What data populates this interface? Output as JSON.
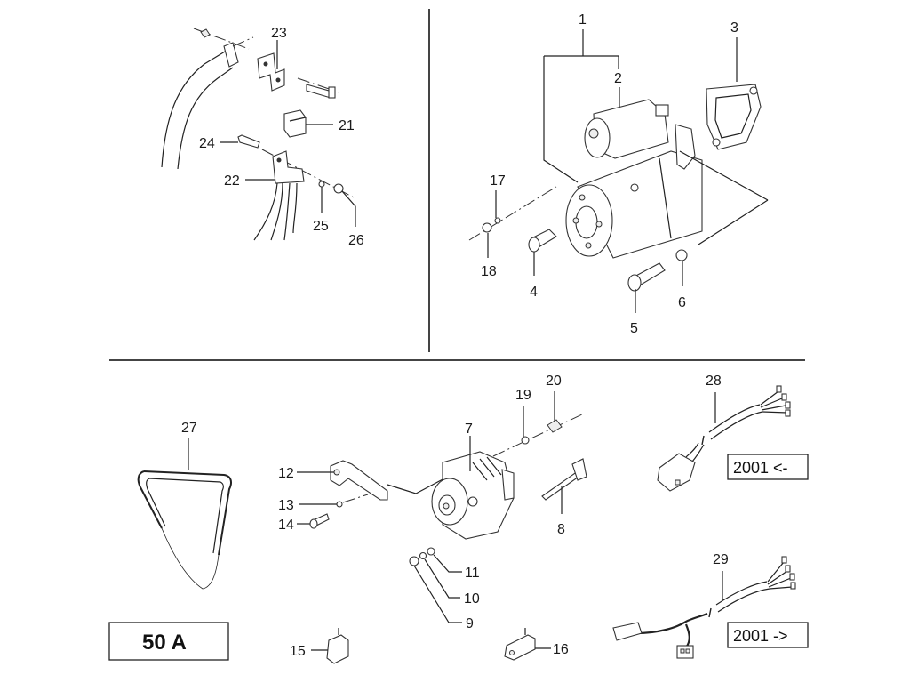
{
  "diagram": {
    "group_code": "50 A",
    "variant_notes": {
      "before_2001": "2001 <-",
      "from_2001": "2001 ->"
    },
    "callouts": {
      "n1": "1",
      "n2": "2",
      "n3": "3",
      "n4": "4",
      "n5": "5",
      "n6": "6",
      "n7": "7",
      "n8": "8",
      "n9": "9",
      "n10": "10",
      "n11": "11",
      "n12": "12",
      "n13": "13",
      "n14": "14",
      "n15": "15",
      "n16": "16",
      "n17": "17",
      "n18": "18",
      "n19": "19",
      "n20": "20",
      "n21": "21",
      "n22": "22",
      "n23": "23",
      "n24": "24",
      "n25": "25",
      "n26": "26",
      "n27": "27",
      "n28": "28",
      "n29": "29"
    },
    "sections": [
      "relay-bracket-assembly",
      "starter-motor",
      "alternator-and-belt",
      "wiring-harnesses"
    ]
  }
}
